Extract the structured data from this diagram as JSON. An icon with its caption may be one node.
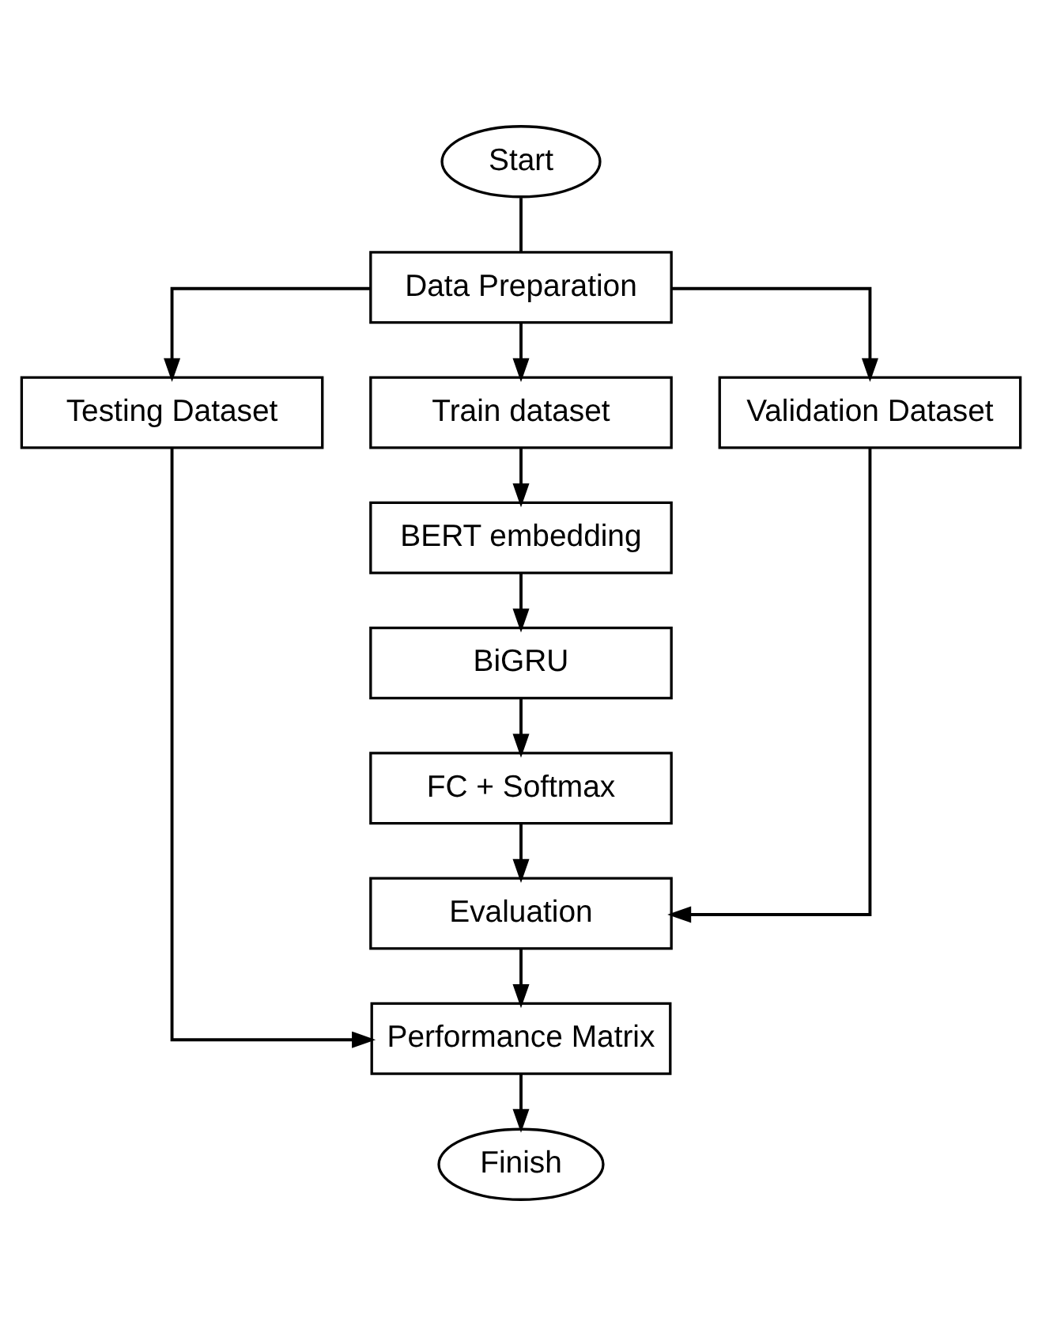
{
  "diagram": {
    "nodes": [
      {
        "text": [
          "Start"
        ]
      },
      {
        "text": [
          "Data Preparation"
        ]
      },
      {
        "text": [
          "Testing Dataset"
        ]
      },
      {
        "text": [
          "Train dataset"
        ]
      },
      {
        "text": [
          "Validation Dataset"
        ]
      },
      {
        "text": [
          "BERT embedding"
        ]
      },
      {
        "text": [
          "BiGRU"
        ]
      },
      {
        "text": [
          "FC + Softmax"
        ]
      },
      {
        "text": [
          "Evaluation"
        ]
      },
      {
        "text": [
          "Performance Matrix"
        ]
      },
      {
        "text": [
          "Finish"
        ]
      }
    ],
    "edges": [
      {
        "from": 0,
        "to": 1,
        "arrow": "none"
      },
      {
        "from": 1,
        "to": 2,
        "arrow": "to"
      },
      {
        "from": 1,
        "to": 3,
        "arrow": "to"
      },
      {
        "from": 1,
        "to": 4,
        "arrow": "to"
      },
      {
        "from": 3,
        "to": 5,
        "arrow": "to"
      },
      {
        "from": 5,
        "to": 6,
        "arrow": "to"
      },
      {
        "from": 6,
        "to": 7,
        "arrow": "to"
      },
      {
        "from": 7,
        "to": 8,
        "arrow": "to"
      },
      {
        "from": 4,
        "to": 8,
        "arrow": "to"
      },
      {
        "from": 8,
        "to": 9,
        "arrow": "to"
      },
      {
        "from": 2,
        "to": 9,
        "arrow": "to"
      },
      {
        "from": 9,
        "to": 10,
        "arrow": "to"
      }
    ]
  }
}
